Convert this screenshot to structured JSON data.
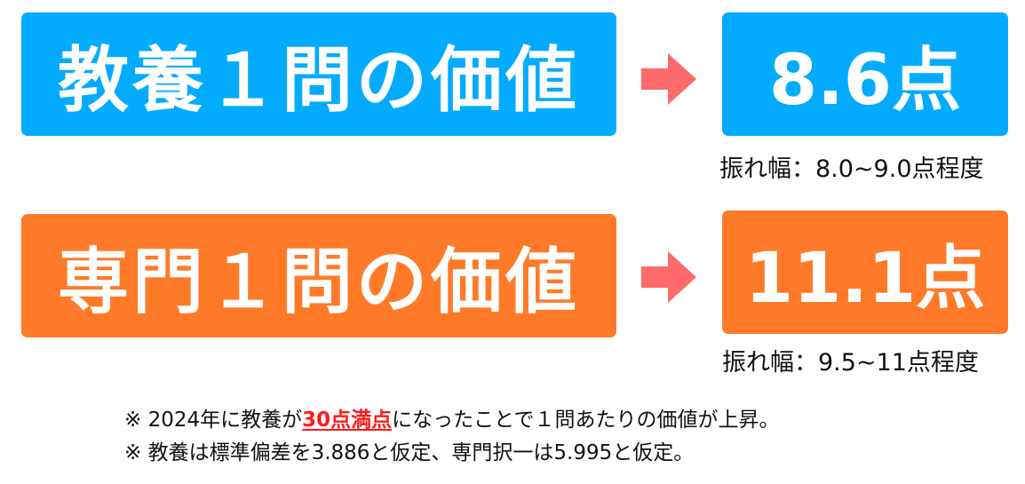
{
  "colors": {
    "general_blue": "#03abfe",
    "specialized_orange": "#ff7a28",
    "arrow_pink": "#ff6a6a",
    "highlight_red": "#ff1a1a"
  },
  "rows": [
    {
      "label": "教養１問の価値",
      "arrow_icon": "right-arrow-icon",
      "value": "8.6点",
      "range": "振れ幅：8.0~9.0点程度"
    },
    {
      "label": "専門１問の価値",
      "arrow_icon": "right-arrow-icon",
      "value": "11.1点",
      "range": "振れ幅：9.5~11点程度"
    }
  ],
  "notes": [
    {
      "prefix": "※ 2024年に教養が",
      "highlight": "30点満点",
      "suffix": "になったことで１問あたりの価値が上昇。"
    },
    {
      "text": "※ 教養は標準偏差を3.886と仮定、専門択一は5.995と仮定。"
    }
  ]
}
